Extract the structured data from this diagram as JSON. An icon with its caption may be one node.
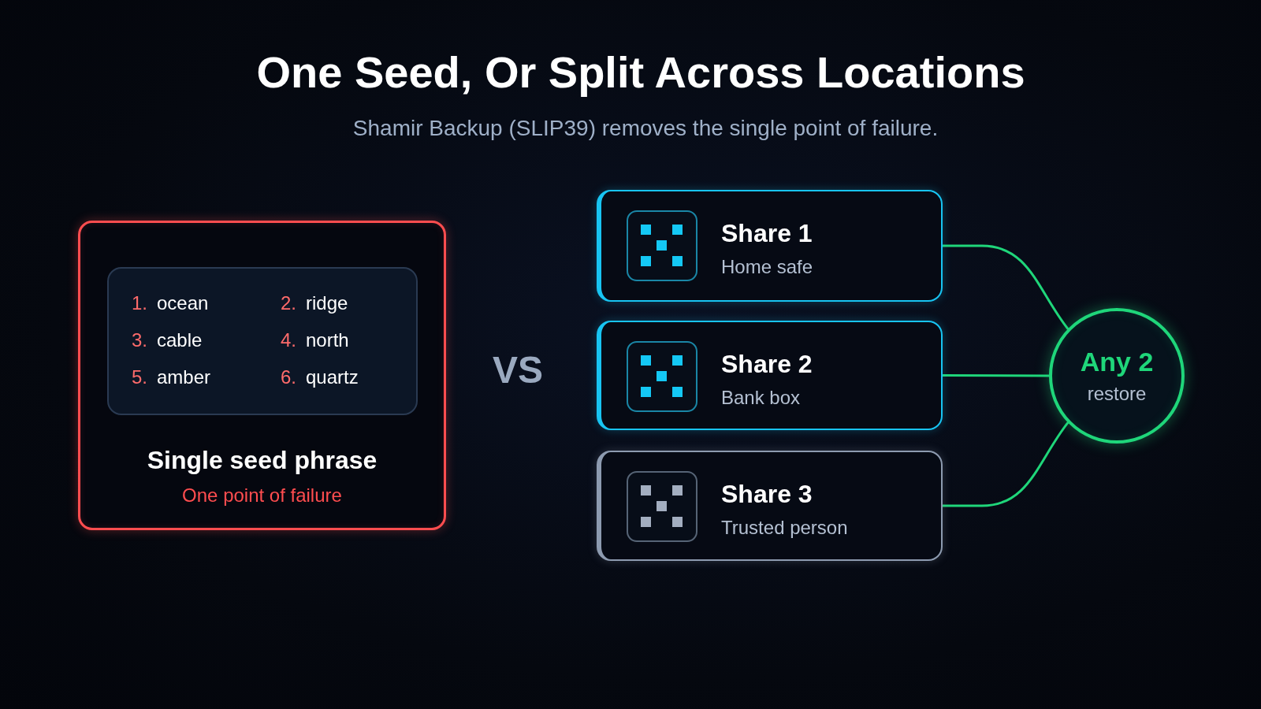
{
  "diagram": {
    "title": "One Seed, Or Split Across Locations",
    "nodes": [
      {
        "text": [
          "Single seed phrase",
          "One point of failure"
        ]
      },
      {
        "text": [
          "1.",
          "ocean",
          "2.",
          "ridge",
          "3.",
          "cable",
          "4.",
          "north",
          "5.",
          "amber",
          "6.",
          "quartz"
        ],
        "in": 0
      },
      {
        "text": [
          "Share 1",
          "Home safe"
        ]
      },
      {
        "text": [
          "Share 2",
          "Bank box"
        ]
      },
      {
        "text": [
          "Share 3",
          "Trusted person"
        ]
      },
      {
        "text": [
          "Any 2",
          "restore"
        ]
      }
    ],
    "edges": [
      {
        "from": 2,
        "to": 5,
        "arrow": "none"
      },
      {
        "from": 3,
        "to": 5,
        "arrow": "none"
      },
      {
        "from": 4,
        "to": 5,
        "arrow": "none"
      }
    ],
    "labels": [
      "Shamir Backup (SLIP39) removes the single point of failure.",
      "VS"
    ]
  }
}
